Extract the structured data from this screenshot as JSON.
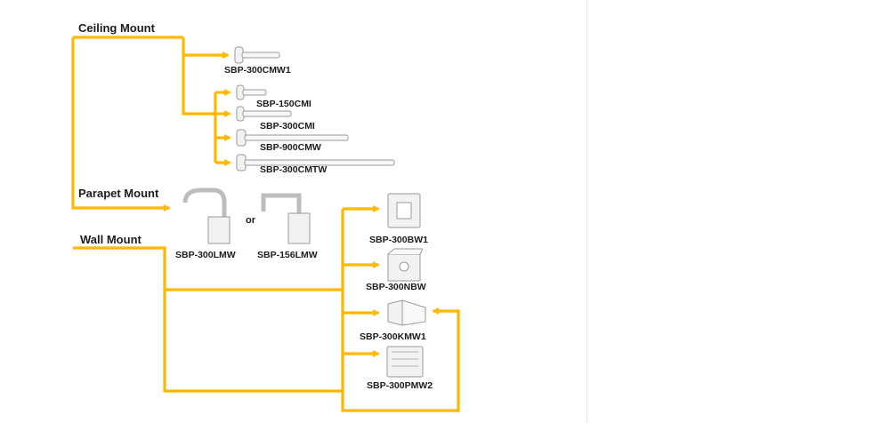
{
  "colors": {
    "connector": "#FFB800",
    "product_body": "#f2f2f2",
    "product_edge": "#9a9a9a",
    "text": "#1c1c1c"
  },
  "sections": {
    "ceiling": "Ceiling Mount",
    "parapet": "Parapet Mount",
    "wall": "Wall Mount"
  },
  "ceiling_products": {
    "p1": "SBP-300CMW1",
    "p2": "SBP-150CMI",
    "p3": "SBP-300CMI",
    "p4": "SBP-900CMW",
    "p5": "SBP-300CMTW"
  },
  "parapet_products": {
    "p1": "SBP-300LMW",
    "separator": "or",
    "p2": "SBP-156LMW"
  },
  "wall_products": {
    "p1": "SBP-300BW1",
    "p2": "SBP-300NBW",
    "p3": "SBP-300KMW1",
    "p4": "SBP-300PMW2"
  },
  "icons": [
    "ceiling-pole-icon",
    "parapet-arm-icon",
    "wall-bracket-icon",
    "box-icon",
    "corner-mount-icon",
    "pole-box-icon"
  ]
}
